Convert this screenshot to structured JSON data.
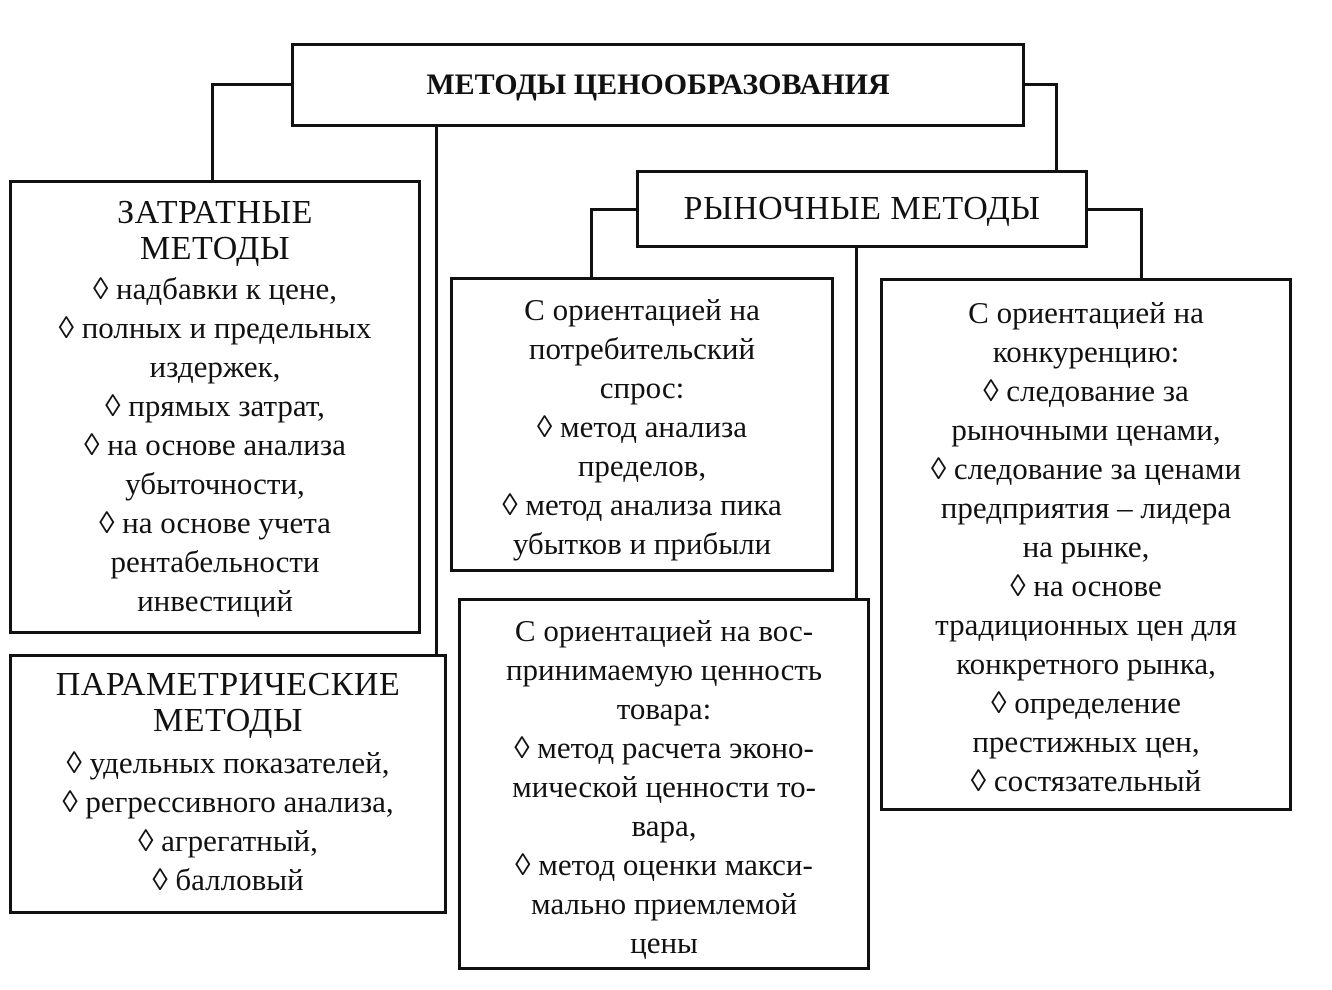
{
  "root": {
    "title": "МЕТОДЫ ЦЕНООБРАЗОВАНИЯ"
  },
  "cost": {
    "heading": [
      "ЗАТРАТНЫЕ",
      "МЕТОДЫ"
    ],
    "items": [
      "◊ надбавки к цене,",
      "◊ полных и предельных",
      "издержек,",
      "◊ прямых затрат,",
      "◊ на основе анализа",
      "убыточности,",
      "◊ на основе учета",
      "рентабельности",
      "инвестиций"
    ]
  },
  "parametric": {
    "heading": [
      "ПАРАМЕТРИЧЕСКИЕ",
      "МЕТОДЫ"
    ],
    "items": [
      "◊ удельных показателей,",
      "◊ регрессивного анализа,",
      "◊ агрегатный,",
      "◊ балловый"
    ]
  },
  "market": {
    "title": "РЫНОЧНЫЕ МЕТОДЫ"
  },
  "demand": {
    "lines": [
      "С ориентацией на",
      "потребительский",
      "спрос:",
      "◊ метод анализа",
      "пределов,",
      "◊ метод анализа пика",
      "убытков и прибыли"
    ]
  },
  "value": {
    "lines": [
      "С ориентацией на вос-",
      "принимаемую ценность",
      "товара:",
      "◊ метод расчета эконо-",
      "мической ценности то-",
      "вара,",
      "◊ метод оценки макси-",
      "мально приемлемой",
      "цены"
    ]
  },
  "competition": {
    "lines": [
      "С ориентацией на",
      "конкуренцию:",
      "◊ следование за",
      "рыночными ценами,",
      "◊ следование за ценами",
      "предприятия – лидера",
      "на рынке,",
      "◊ на основе",
      "традиционных цен для",
      "конкретного рынка,",
      "◊ определение",
      "престижных цен,",
      "◊ состязательный"
    ]
  }
}
